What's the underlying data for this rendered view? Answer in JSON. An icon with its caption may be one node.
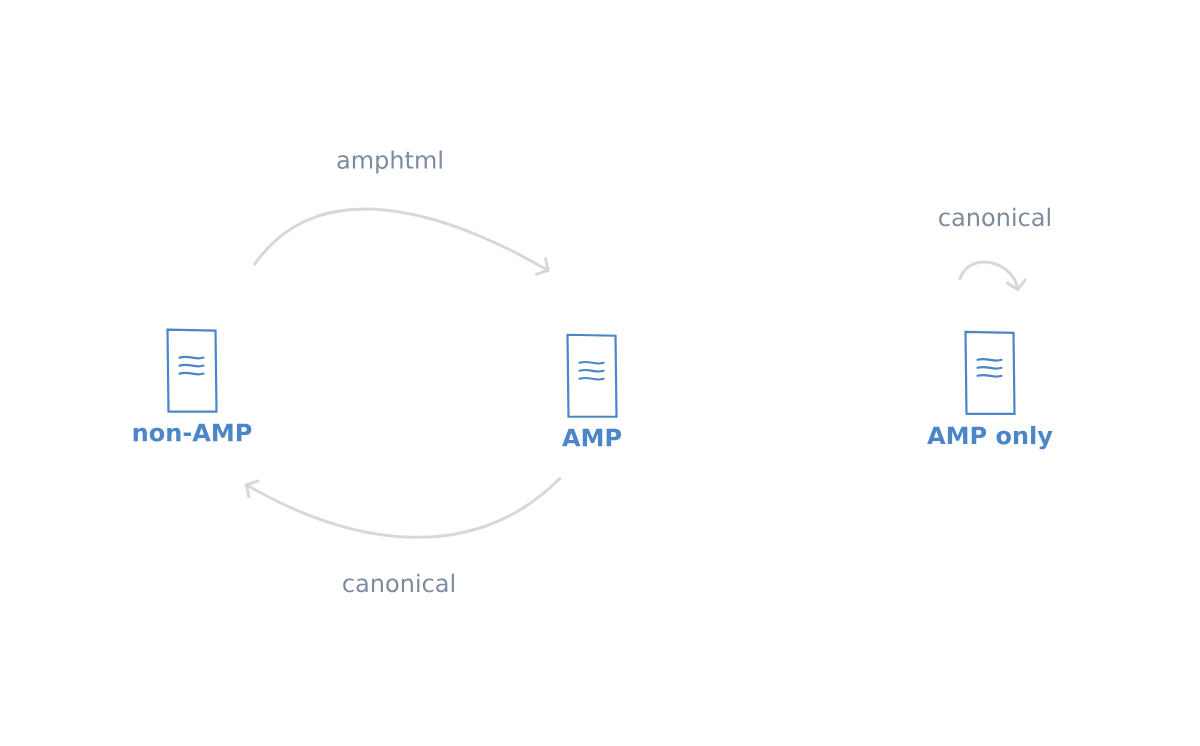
{
  "diagram": {
    "nodes": [
      {
        "text": [
          "non-AMP"
        ]
      },
      {
        "text": [
          "AMP"
        ]
      },
      {
        "text": [
          "AMP only"
        ]
      }
    ],
    "edges": [
      {
        "from": 0,
        "to": 1,
        "arrow": "to",
        "label": "amphtml"
      },
      {
        "from": 1,
        "to": 0,
        "arrow": "to",
        "label": "canonical"
      },
      {
        "from": 2,
        "to": 2,
        "arrow": "to",
        "label": "canonical"
      }
    ]
  }
}
